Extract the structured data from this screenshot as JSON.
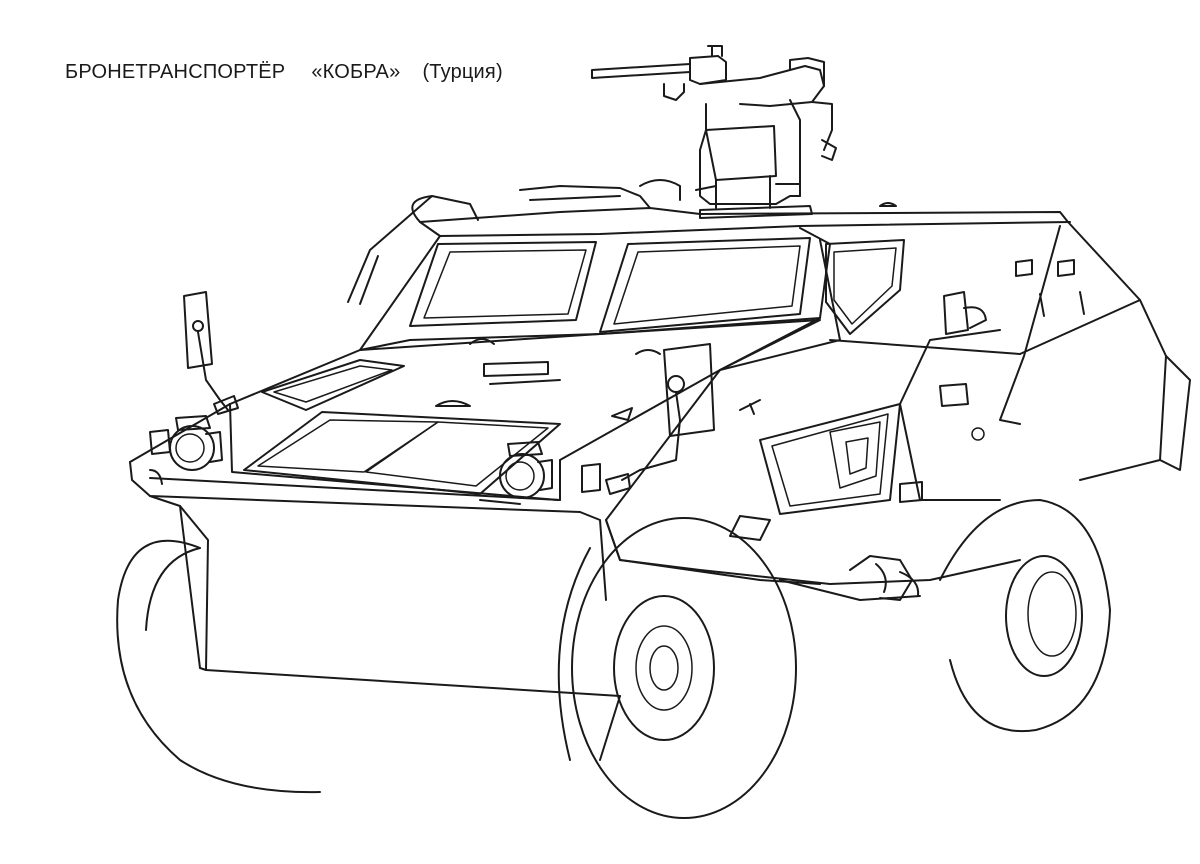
{
  "caption": {
    "vehicle_type": "БРОНЕТРАНСПОРТЁР",
    "name": "«КОБРА»",
    "country": "(Турция)"
  }
}
